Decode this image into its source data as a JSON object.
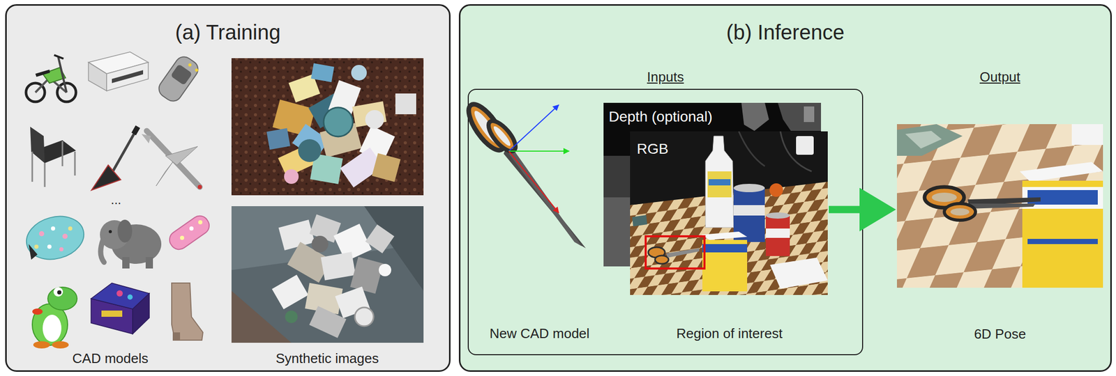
{
  "diagram": {
    "nodes": [
      {
        "text": [
          "(a) Training"
        ]
      },
      {
        "text": [
          "(b) Inference"
        ]
      },
      {
        "text": [
          "Inputs"
        ],
        "in": 1
      },
      {
        "text": [
          "Depth (optional)"
        ],
        "in": 2
      },
      {
        "text": [
          "RGB"
        ],
        "in": 2
      },
      {
        "text": [
          "Output",
          "6D Pose"
        ],
        "in": 1
      }
    ],
    "edges": [
      {
        "from": 4,
        "to": 5,
        "arrow": "to"
      }
    ],
    "labels": [
      "...",
      "CAD models",
      "Synthetic images",
      "New CAD model",
      "Region of interest"
    ]
  }
}
